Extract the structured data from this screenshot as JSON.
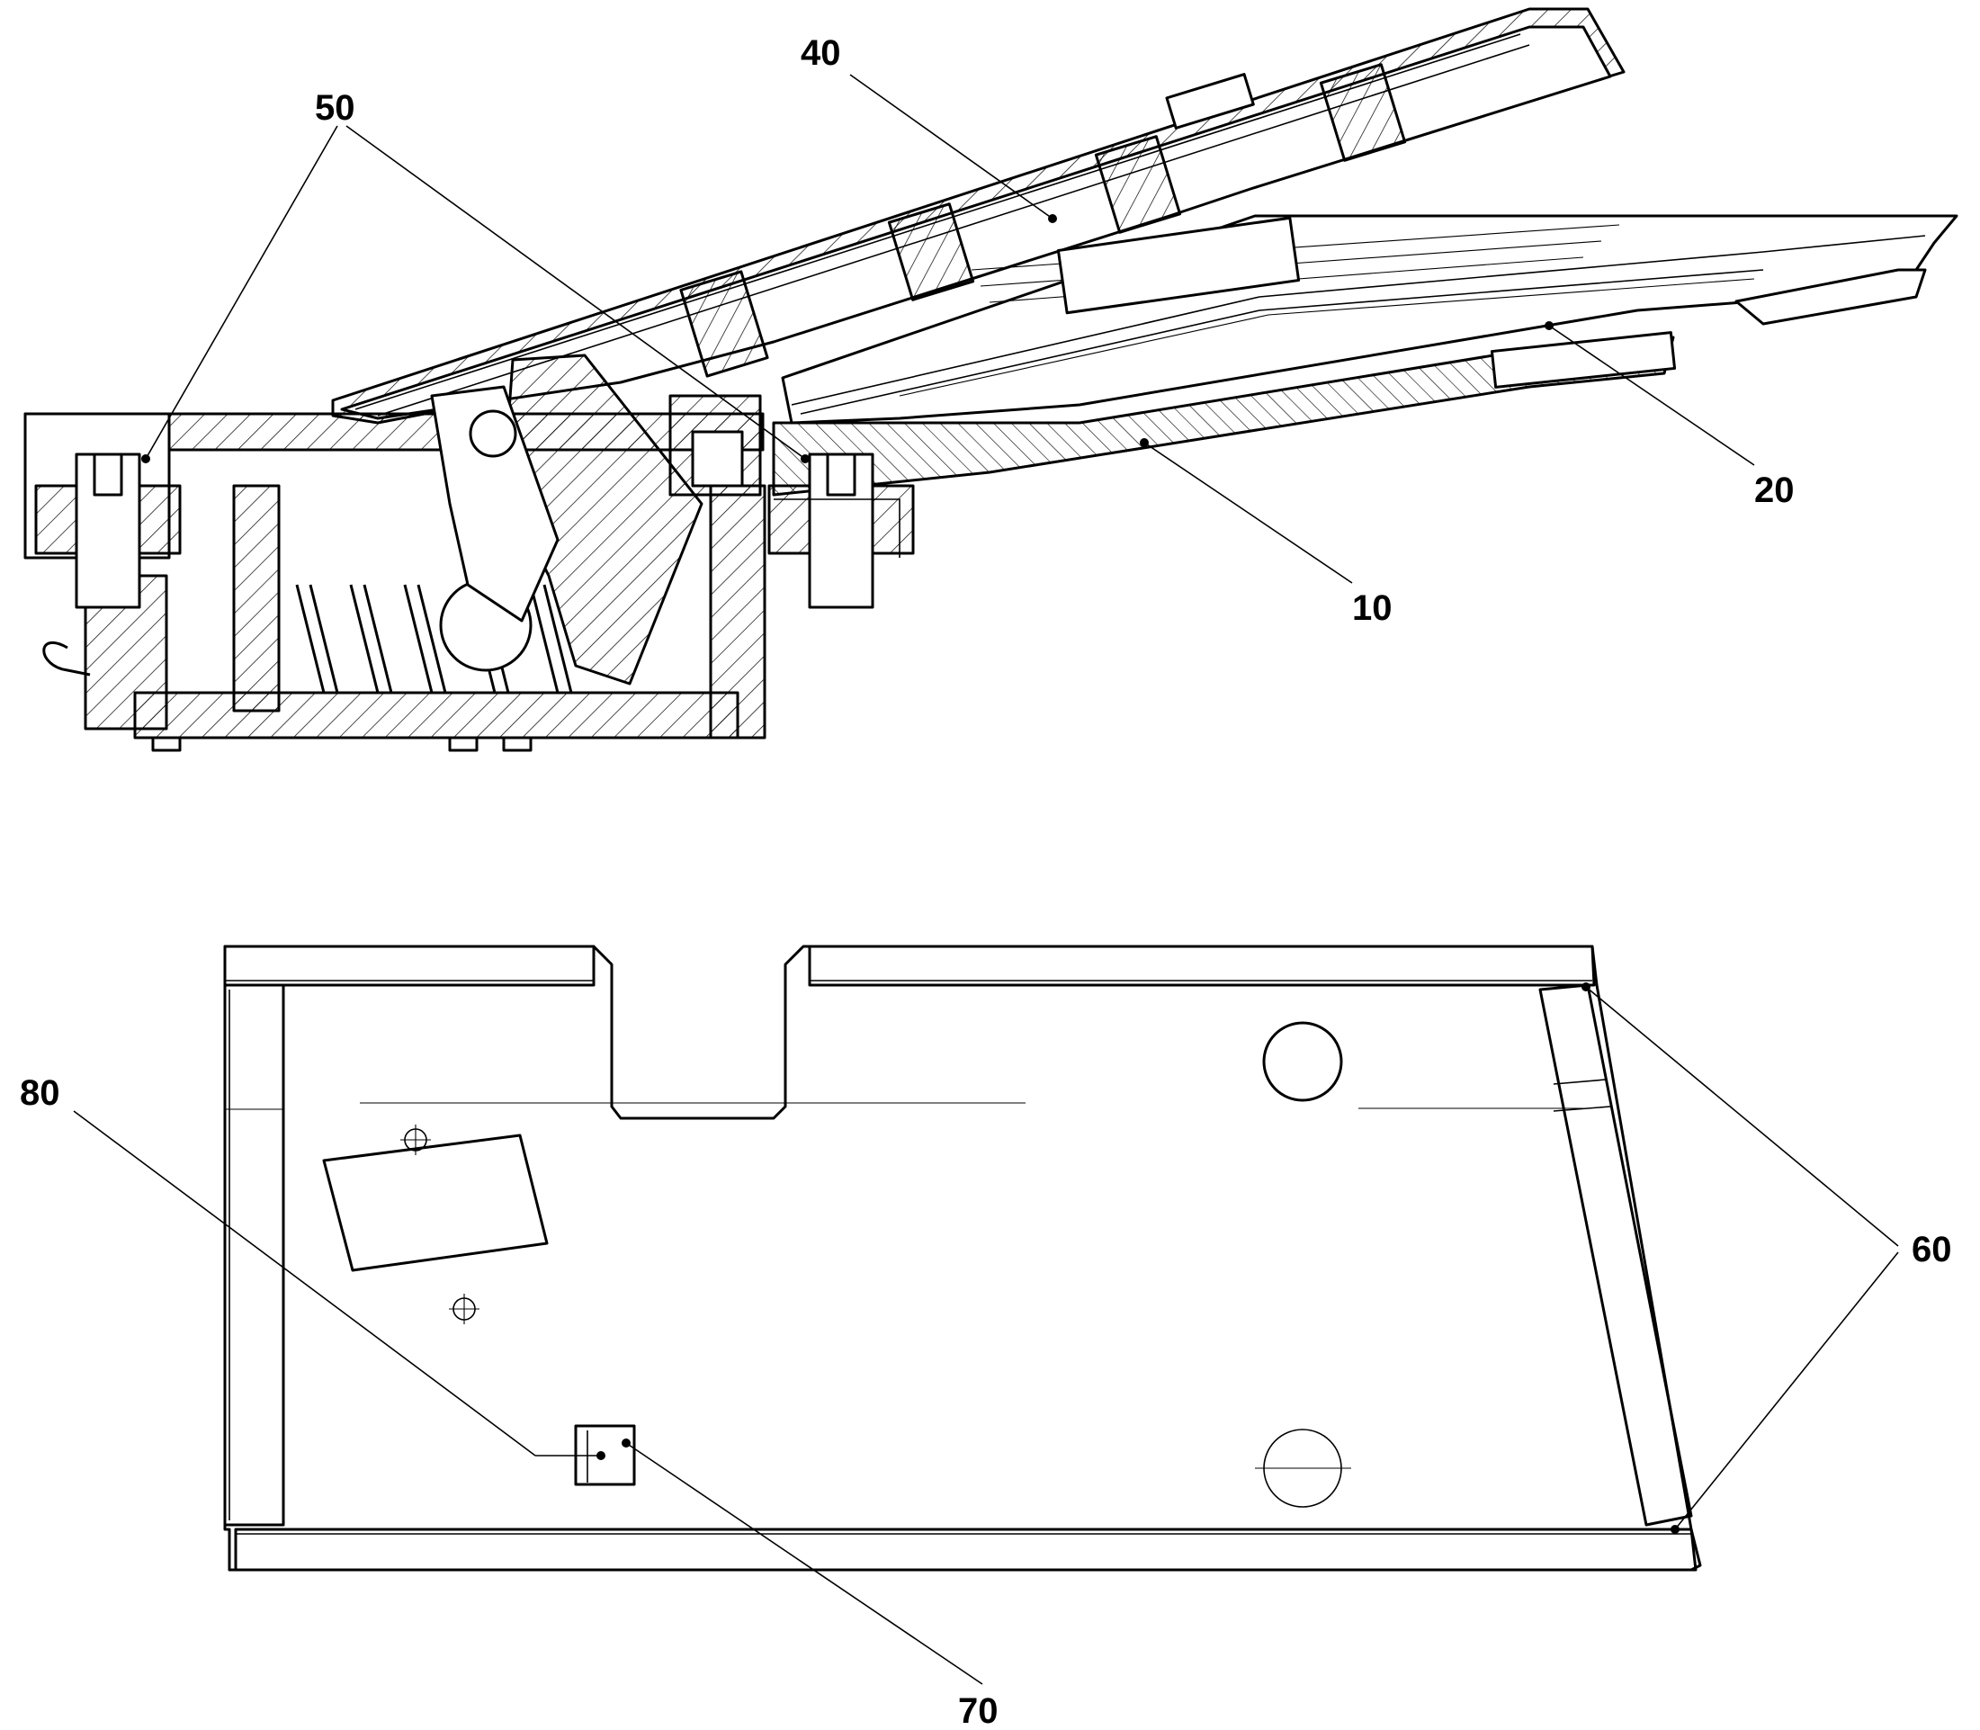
{
  "figure_top": {
    "labels": {
      "ref_40": "40",
      "ref_50": "50",
      "ref_20": "20",
      "ref_10": "10"
    }
  },
  "figure_bottom": {
    "labels": {
      "ref_80": "80",
      "ref_60": "60",
      "ref_70": "70"
    }
  },
  "colors": {
    "line": "#000000",
    "background": "#ffffff"
  }
}
